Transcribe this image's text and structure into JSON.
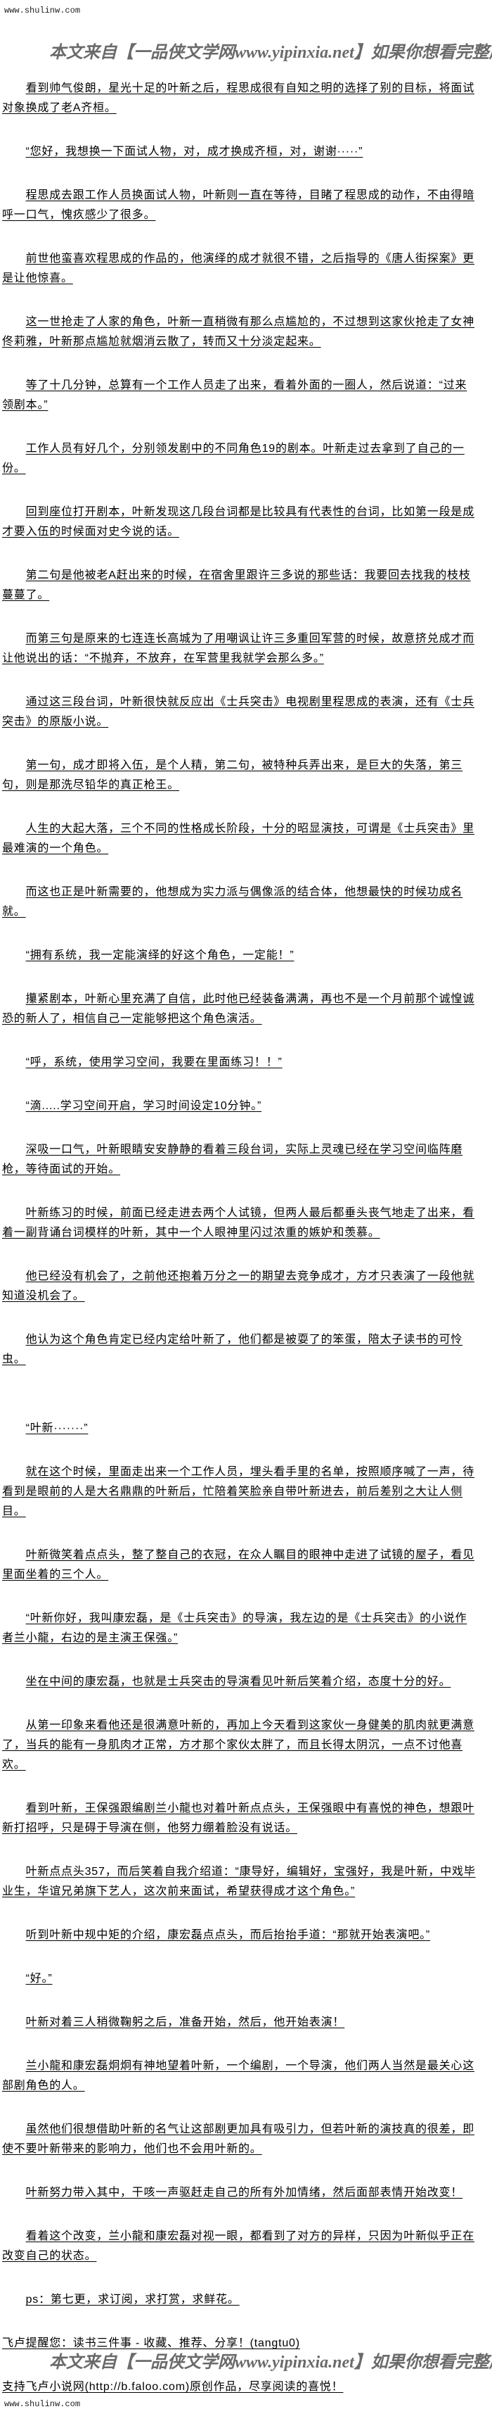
{
  "header": {
    "site_url": "www.shulinw.com"
  },
  "watermark": "本文来自【一品侠文学网www.yipinxia.net】如果你想看完整版小说，请",
  "paragraphs": [
    "看到帅气俊朗，星光十足的叶新之后，程思成很有自知之明的选择了别的目标，将面试对象换成了老A齐桓。",
    "“您好，我想换一下面试人物，对，成才换成齐桓，对，谢谢·····”",
    "程思成去跟工作人员换面试人物，叶新则一直在等待，目睹了程思成的动作，不由得暗呼一口气，愧疚感少了很多。",
    "前世他蛮喜欢程思成的作品的，他演绎的成才就很不错，之后指导的《唐人街探案》更是让他惊喜。",
    "这一世抢走了人家的角色，叶新一直稍微有那么点尴尬的，不过想到这家伙抢走了女神佟莉雅，叶新那点尴尬就烟消云散了，转而又十分淡定起来。",
    "等了十几分钟，总算有一个工作人员走了出来，看着外面的一圈人，然后说道：“过来领剧本。”",
    "工作人员有好几个，分别领发剧中的不同角色19的剧本。叶新走过去拿到了自己的一份。",
    "回到座位打开剧本，叶新发现这几段台词都是比较具有代表性的台词，比如第一段是成才要入伍的时候面对史今说的话。",
    "第二句是他被老A赶出来的时候，在宿舍里跟许三多说的那些话：我要回去找我的枝枝蔓蔓了。",
    "而第三句是原来的七连连长高城为了用嘲讽让许三多重回军营的时候，故意挤兑成才而让他说出的话：“不抛弃，不放弃，在军营里我就学会那么多。”",
    "通过这三段台词，叶新很快就反应出《士兵突击》电视剧里程思成的表演，还有《士兵突击》的原版小说。",
    "第一句，成才即将入伍，是个人精，第二句，被特种兵弄出来，是巨大的失落，第三句，则是那洗尽铅华的真正枪王。",
    "人生的大起大落，三个不同的性格成长阶段，十分的昭显演技，可谓是《士兵突击》里最难演的一个角色。",
    "而这也正是叶新需要的，他想成为实力派与偶像派的结合体，他想最快的时候功成名就。",
    "“拥有系统，我一定能演绎的好这个角色，一定能！”",
    "攥紧剧本，叶新心里充满了自信，此时他已经装备满满，再也不是一个月前那个诚惶诚恐的新人了，相信自己一定能够把这个角色演活。",
    "“呼，系统，使用学习空间，我要在里面练习！！”",
    "“滴.....学习空间开启，学习时间设定10分钟。”",
    "深吸一口气，叶新眼睛安安静静的看着三段台词，实际上灵魂已经在学习空间临阵磨枪，等待面试的开始。",
    "叶新练习的时候，前面已经走进去两个人试镜，但两人最后都垂头丧气地走了出来，看着一副背诵台词模样的叶新，其中一个人眼神里闪过浓重的嫉妒和羡慕。",
    "他已经没有机会了，之前他还抱着万分之一的期望去竞争成才，方才只表演了一段他就知道没机会了。",
    "他认为这个角色肯定已经内定给叶新了，他们都是被耍了的笨蛋，陪太子读书的可怜虫。",
    "“叶新·······”",
    "就在这个时候，里面走出来一个工作人员，埋头看手里的名单，按照顺序喊了一声，待看到是眼前的人是大名鼎鼎的叶新后，忙陪着笑脸亲自带叶新进去，前后差别之大让人侧目。",
    "叶新微笑着点点头，整了整自己的衣冠，在众人瞩目的眼神中走进了试镜的屋子，看见里面坐着的三个人。",
    "“叶新你好，我叫康宏磊，是《士兵突击》的导演，我左边的是《士兵突击》的小说作者兰小龍，右边的是主演王保强。”",
    "坐在中间的康宏磊，也就是士兵突击的导演看见叶新后笑着介绍，态度十分的好。",
    "从第一印象来看他还是很满意叶新的，再加上今天看到这家伙一身健美的肌肉就更满意了，当兵的能有一身肌肉才正常，方才那个家伙太胖了，而且长得太阴沉，一点不讨他喜欢。",
    "看到叶新，王保强跟编剧兰小龍也对着叶新点点头，王保强眼中有喜悦的神色，想跟叶新打招呼，只是碍于导演在侧，他努力绷着脸没有说话。",
    "叶新点点头357，而后笑着自我介绍道：“康导好，编辑好，宝强好，我是叶新，中戏毕业生，华谊兄弟旗下艺人，这次前来面试，希望获得成才这个角色。”",
    "听到叶新中规中矩的介绍，康宏磊点点头，而后抬抬手道：“那就开始表演吧。”",
    "“好。”",
    "叶新对着三人稍微鞠躬之后，准备开始，然后，他开始表演！",
    "兰小龍和康宏磊炯炯有神地望着叶新，一个编剧，一个导演，他们两人当然是最关心这部剧角色的人。",
    "虽然他们很想借助叶新的名气让这部剧更加具有吸引力，但若叶新的演技真的很差，即使不要叶新带来的影响力，他们也不会用叶新的。",
    "叶新努力带入其中，干咳一声驱赶走自己的所有外加情绪，然后面部表情开始改变！",
    "看着这个改变，兰小龍和康宏磊对视一眼，都看到了对方的异样，只因为叶新似乎正在改变自己的状态。",
    "ps：第七更，求订阅，求打赏，求鲜花。"
  ],
  "footer": {
    "reminder": "飞卢提醒您：读书三件事 - 收藏、推荐、分享！(tangtu0)",
    "support": "支持飞卢小说网(http://b.faloo.com)原创作品，尽享阅读的喜悦！"
  }
}
